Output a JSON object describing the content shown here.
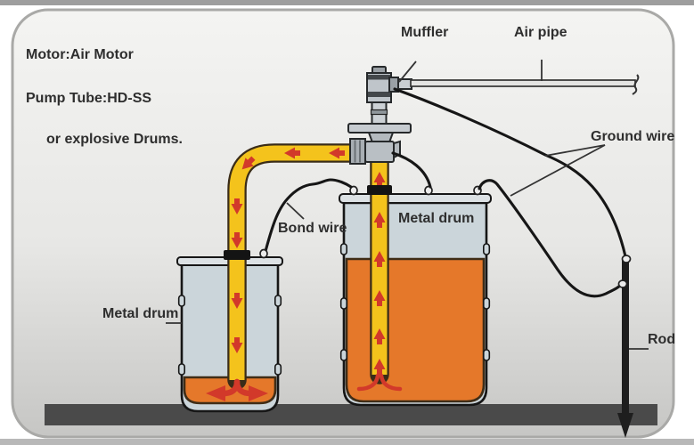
{
  "notes": {
    "line1": "Motor:Air Motor",
    "line2": "Pump Tube:HD-SS",
    "line3": "or explosive Drums."
  },
  "labels": {
    "muffler": "Muffler",
    "air_pipe": "Air pipe",
    "ground_wire": "Ground wire",
    "bond_wire": "Bond wire",
    "metal_drum_right": "Metal drum",
    "metal_drum_left": "Metal drum",
    "rod": "Rod"
  },
  "colors": {
    "text": "#2e2e2e",
    "panel_border": "#a9a9a7",
    "panel_top": "#f4f4f2",
    "panel_mid": "#e7e7e5",
    "panel_bottom": "#c6c6c4",
    "edge_strip": "#9e9e9e",
    "ground_bar": "#4a4a4a",
    "drum_body": "#cbd5da",
    "drum_lid": "#dce1e4",
    "outline": "#161616",
    "liquid": "#e5782a",
    "liquid_outline": "#3f2d17",
    "pipe_yellow": "#f4c31c",
    "pipe_outline": "#3a2c18",
    "arrow_red": "#d2392a",
    "wire": "#161616",
    "pointer": "#333333"
  }
}
